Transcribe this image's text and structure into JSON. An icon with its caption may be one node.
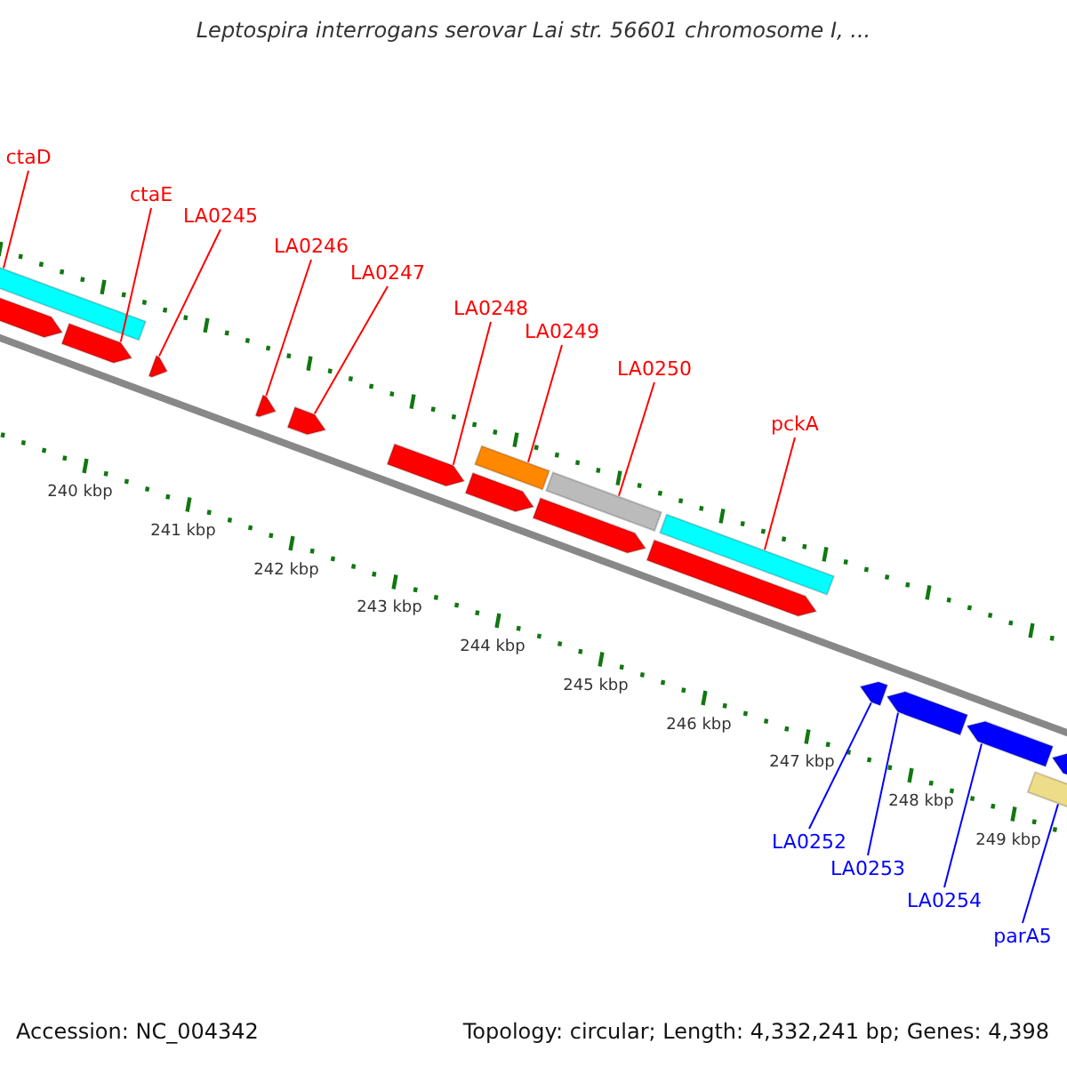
{
  "diagram": {
    "title": "Leptospira interrogans serovar Lai str. 56601 chromosome I, ...",
    "nodes": [
      {
        "text": [
          "ctaD"
        ]
      },
      {
        "text": [
          "ctaE"
        ]
      },
      {
        "text": [
          "LA0245"
        ]
      },
      {
        "text": [
          "LA0246"
        ]
      },
      {
        "text": [
          "LA0247"
        ]
      },
      {
        "text": [
          "LA0248"
        ]
      },
      {
        "text": [
          "LA0249"
        ]
      },
      {
        "text": [
          "LA0250"
        ]
      },
      {
        "text": [
          "pckA"
        ]
      },
      {
        "text": [
          "LA0252"
        ]
      },
      {
        "text": [
          "LA0253"
        ]
      },
      {
        "text": [
          "LA0254"
        ]
      },
      {
        "text": [
          "parA5"
        ]
      },
      {
        "text": [],
        "shape": "bar"
      },
      {
        "text": [],
        "shape": "pentagon"
      },
      {
        "text": [],
        "shape": "pentagon"
      },
      {
        "text": [],
        "shape": "pentagon"
      },
      {
        "text": [],
        "shape": "pentagon"
      },
      {
        "text": [],
        "shape": "pentagon"
      },
      {
        "text": [],
        "shape": "pentagon"
      },
      {
        "text": [],
        "shape": "pentagon"
      },
      {
        "text": [],
        "shape": "bar"
      },
      {
        "text": [],
        "shape": "pentagon"
      },
      {
        "text": [],
        "shape": "bar"
      },
      {
        "text": [],
        "shape": "pentagon"
      },
      {
        "text": [],
        "shape": "bar"
      },
      {
        "text": [],
        "shape": "pentagon"
      },
      {
        "text": [],
        "shape": "pentagon"
      },
      {
        "text": [],
        "shape": "pentagon"
      },
      {
        "text": [],
        "shape": "bar"
      },
      {
        "text": [],
        "shape": "pentagon"
      }
    ],
    "edges": [
      {
        "from": 0,
        "to": 13,
        "arrow": "none"
      },
      {
        "from": 1,
        "to": 15,
        "arrow": "none"
      },
      {
        "from": 2,
        "to": 16,
        "arrow": "none"
      },
      {
        "from": 3,
        "to": 17,
        "arrow": "none"
      },
      {
        "from": 4,
        "to": 18,
        "arrow": "none"
      },
      {
        "from": 5,
        "to": 19,
        "arrow": "none"
      },
      {
        "from": 6,
        "to": 21,
        "arrow": "none"
      },
      {
        "from": 7,
        "to": 23,
        "arrow": "none"
      },
      {
        "from": 8,
        "to": 25,
        "arrow": "none"
      },
      {
        "from": 9,
        "to": 26,
        "arrow": "none",
        "color": "#0000ff"
      },
      {
        "from": 10,
        "to": 27,
        "arrow": "none",
        "color": "#0000ff"
      },
      {
        "from": 11,
        "to": 28,
        "arrow": "none",
        "color": "#0000ff"
      },
      {
        "from": 12,
        "to": 29,
        "arrow": "none",
        "color": "#0000ff"
      }
    ],
    "labels": [
      "240 kbp",
      "241 kbp",
      "242 kbp",
      "243 kbp",
      "244 kbp",
      "245 kbp",
      "246 kbp",
      "247 kbp",
      "248 kbp",
      "249 kbp",
      "Accession: NC_004342",
      "Topology: circular; Length: 4,332,241 bp; Genes: 4,398"
    ]
  }
}
